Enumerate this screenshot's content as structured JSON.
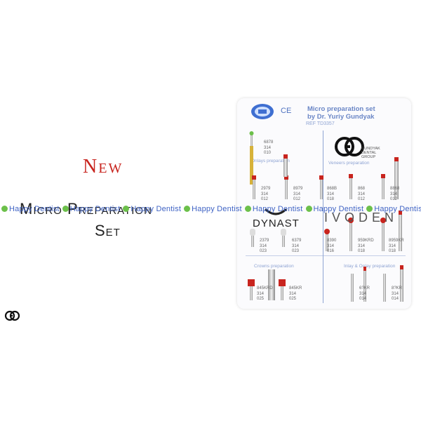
{
  "headline": {
    "new": "New",
    "title": "Micro Preparation",
    "set": "Set"
  },
  "colors": {
    "accent_red": "#c8241e",
    "card_blue": "#6a86c6",
    "watermark_blue": "#3f63c4",
    "watermark_dot": "#6cc04a"
  },
  "watermark": {
    "text": "Happy Dentist",
    "repeats": 7
  },
  "card": {
    "ce_mark": "CE",
    "title_line1": "Micro preparation set",
    "title_line2": "by Dr. Yuriy Gundyak",
    "ref": "REF TD3357",
    "gundyak_logo_text": [
      "GUNDYAK",
      "DENTAL",
      "GROUP"
    ],
    "brand_left": "DYNAST",
    "brand_right": "IVODEN",
    "sections": {
      "onlays": "Onlays preparation",
      "veneers": "Veneers preparation",
      "crowns": "Crowns preparation",
      "inlay": "Inlay & Onlay preparation"
    },
    "burs": {
      "b6878": [
        "6878",
        "314",
        "010"
      ],
      "b2979": [
        "2979",
        "314",
        "012"
      ],
      "b8979": [
        "8979",
        "314",
        "012"
      ],
      "b868b": [
        "868B",
        "314",
        "018"
      ],
      "b868": [
        "868",
        "314",
        "012"
      ],
      "b8868": [
        "8868",
        "314",
        "012"
      ],
      "b2379": [
        "2379",
        "314",
        "023"
      ],
      "b6379": [
        "6379",
        "314",
        "023"
      ],
      "b8390": [
        "8390",
        "314",
        "016"
      ],
      "b959krd": [
        "959KRD",
        "314",
        "018"
      ],
      "b8959kr": [
        "8959KR",
        "314",
        "018"
      ],
      "b845krd": [
        "845KRD",
        "314",
        "025"
      ],
      "b845kr": [
        "845KR",
        "314",
        "025"
      ],
      "b6xkr": [
        "6?KR",
        "314",
        "014"
      ],
      "b8xkr": [
        "8?KR",
        "314",
        "014"
      ]
    }
  }
}
